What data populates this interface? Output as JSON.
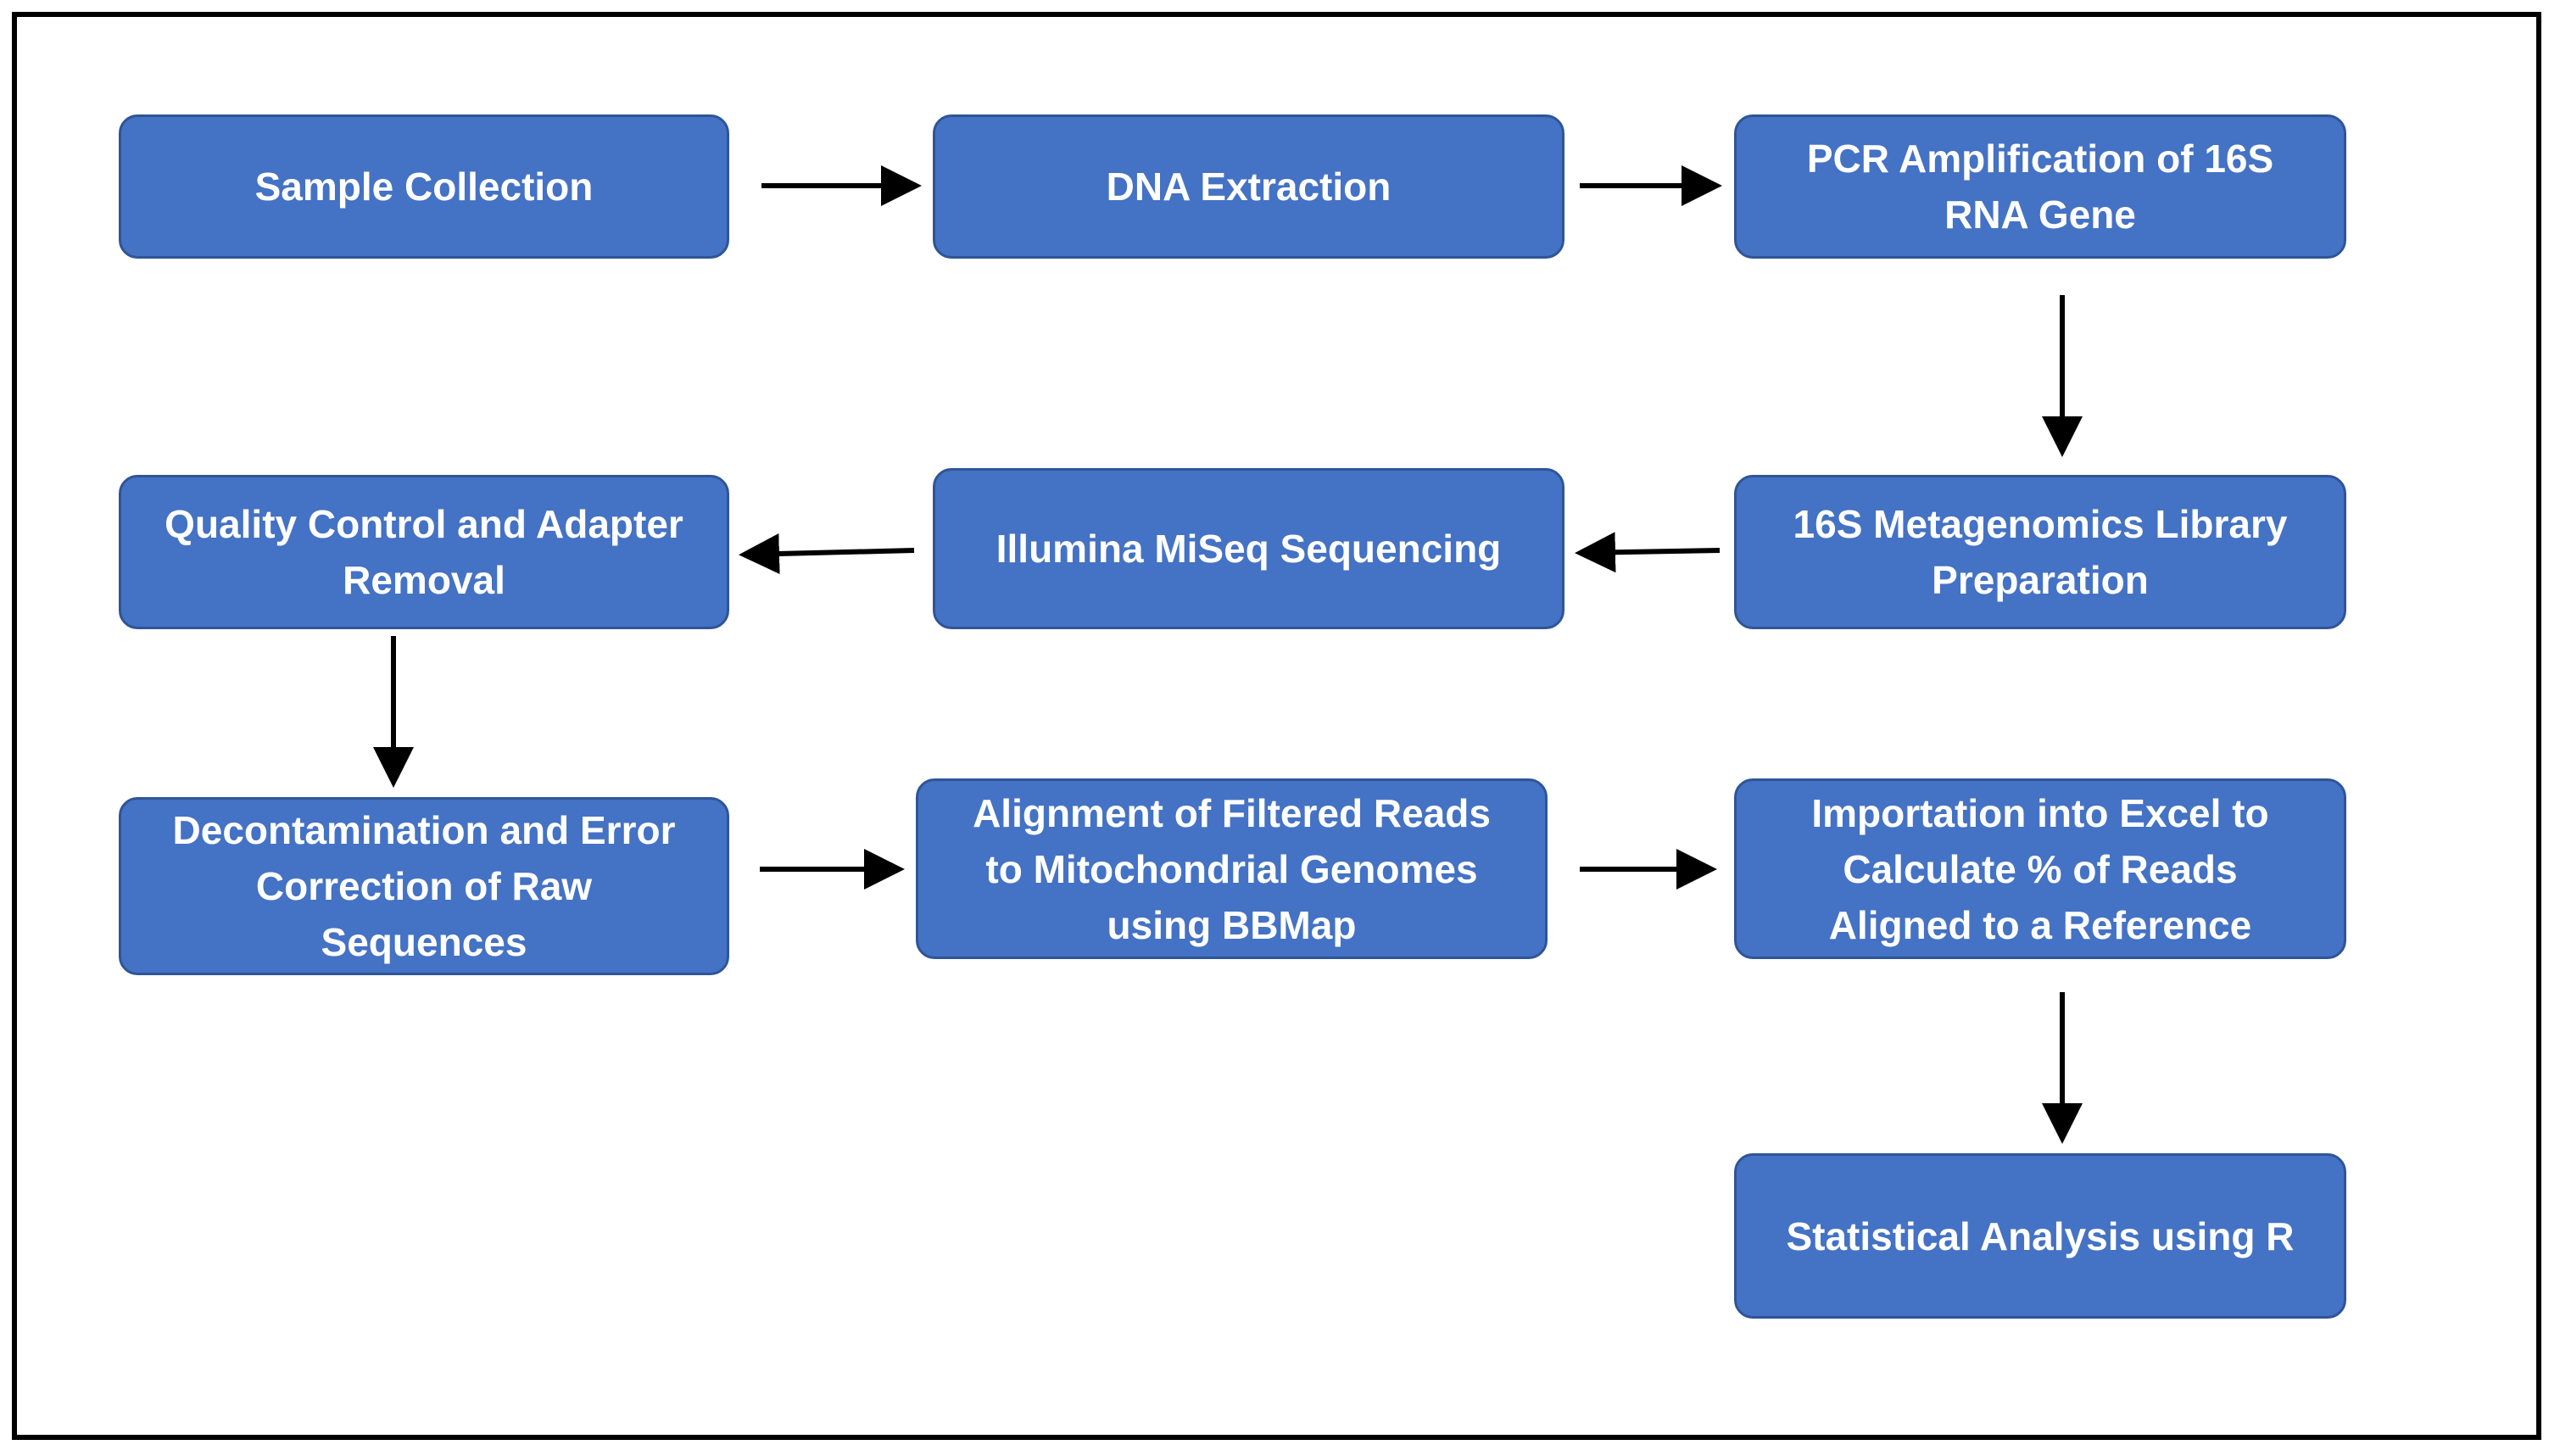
{
  "flowchart": {
    "colors": {
      "box_fill": "#4472C4",
      "box_border": "#2F5597",
      "box_text": "#FFFFFF",
      "arrow": "#000000",
      "frame": "#000000"
    },
    "steps": {
      "sample_collection": "Sample Collection",
      "dna_extraction": "DNA Extraction",
      "pcr_amplification": "PCR Amplification of 16S\nRNA Gene",
      "library_preparation": "16S Metagenomics Library\nPreparation",
      "miseq_sequencing": "Illumina MiSeq Sequencing",
      "quality_control": "Quality Control and Adapter\nRemoval",
      "decontamination": "Decontamination and Error\nCorrection of Raw\nSequences",
      "alignment": "Alignment of Filtered Reads\nto Mitochondrial Genomes\nusing BBMap",
      "importation_excel": "Importation into Excel to\nCalculate % of Reads\nAligned to a Reference",
      "statistical_analysis": "Statistical Analysis using R"
    }
  }
}
